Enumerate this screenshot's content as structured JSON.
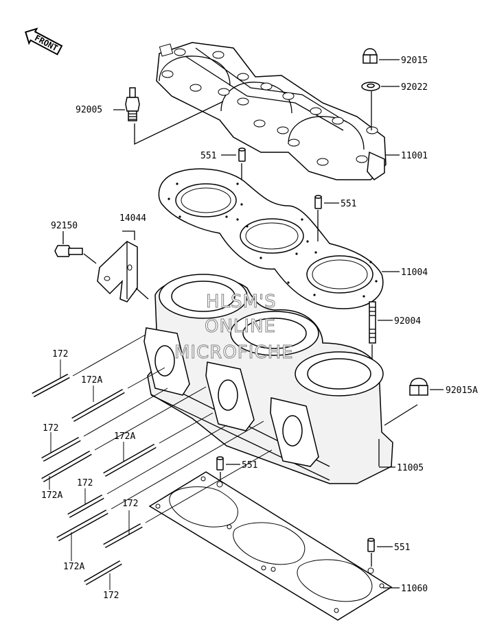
{
  "front_label": "FRONT",
  "watermark": [
    "HLSM'S",
    "ONLINE",
    "MICROFICHE"
  ],
  "parts": {
    "p92015": "92015",
    "p92022": "92022",
    "p92005": "92005",
    "p11001": "11001",
    "p551_a": "551",
    "p551_b": "551",
    "p551_c": "551",
    "p551_d": "551",
    "p92150": "92150",
    "p14044": "14044",
    "p11004": "11004",
    "p92004": "92004",
    "p92015A": "92015A",
    "p11005": "11005",
    "p11060": "11060",
    "p172_1": "172",
    "p172_2": "172",
    "p172_3": "172",
    "p172_4": "172",
    "p172_5": "172",
    "p172A_1": "172A",
    "p172A_2": "172A",
    "p172A_3": "172A",
    "p172A_4": "172A"
  }
}
